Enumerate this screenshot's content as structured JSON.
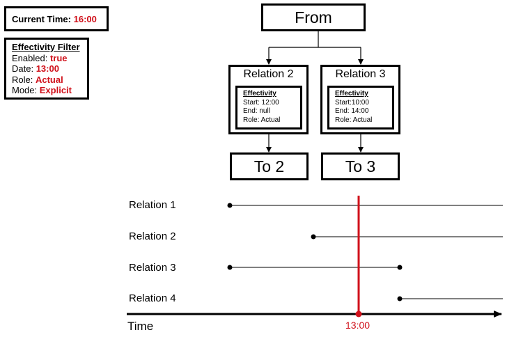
{
  "current_time": {
    "label": "Current Time:",
    "value": "16:00"
  },
  "effectivity_filter": {
    "title": "Effectivity Filter",
    "enabled_label": "Enabled:",
    "enabled_value": "true",
    "date_label": "Date:",
    "date_value": "13:00",
    "role_label": "Role:",
    "role_value": "Actual",
    "mode_label": "Mode:",
    "mode_value": "Explicit"
  },
  "diagram": {
    "from": "From",
    "relation2": {
      "title": "Relation 2",
      "eff_title": "Effectivity",
      "start": "Start: 12:00",
      "end": "End: null",
      "role": "Role: Actual"
    },
    "relation3": {
      "title": "Relation 3",
      "eff_title": "Effectivity",
      "start": "Start:10:00",
      "end": "End: 14:00",
      "role": "Role: Actual"
    },
    "to2": "To 2",
    "to3": "To 3"
  },
  "timeline": {
    "rows": [
      "Relation 1",
      "Relation 2",
      "Relation 3",
      "Relation 4"
    ],
    "axis_label": "Time",
    "marker_label": "13:00"
  },
  "colors": {
    "accent": "#d0101a",
    "line": "#000000"
  }
}
